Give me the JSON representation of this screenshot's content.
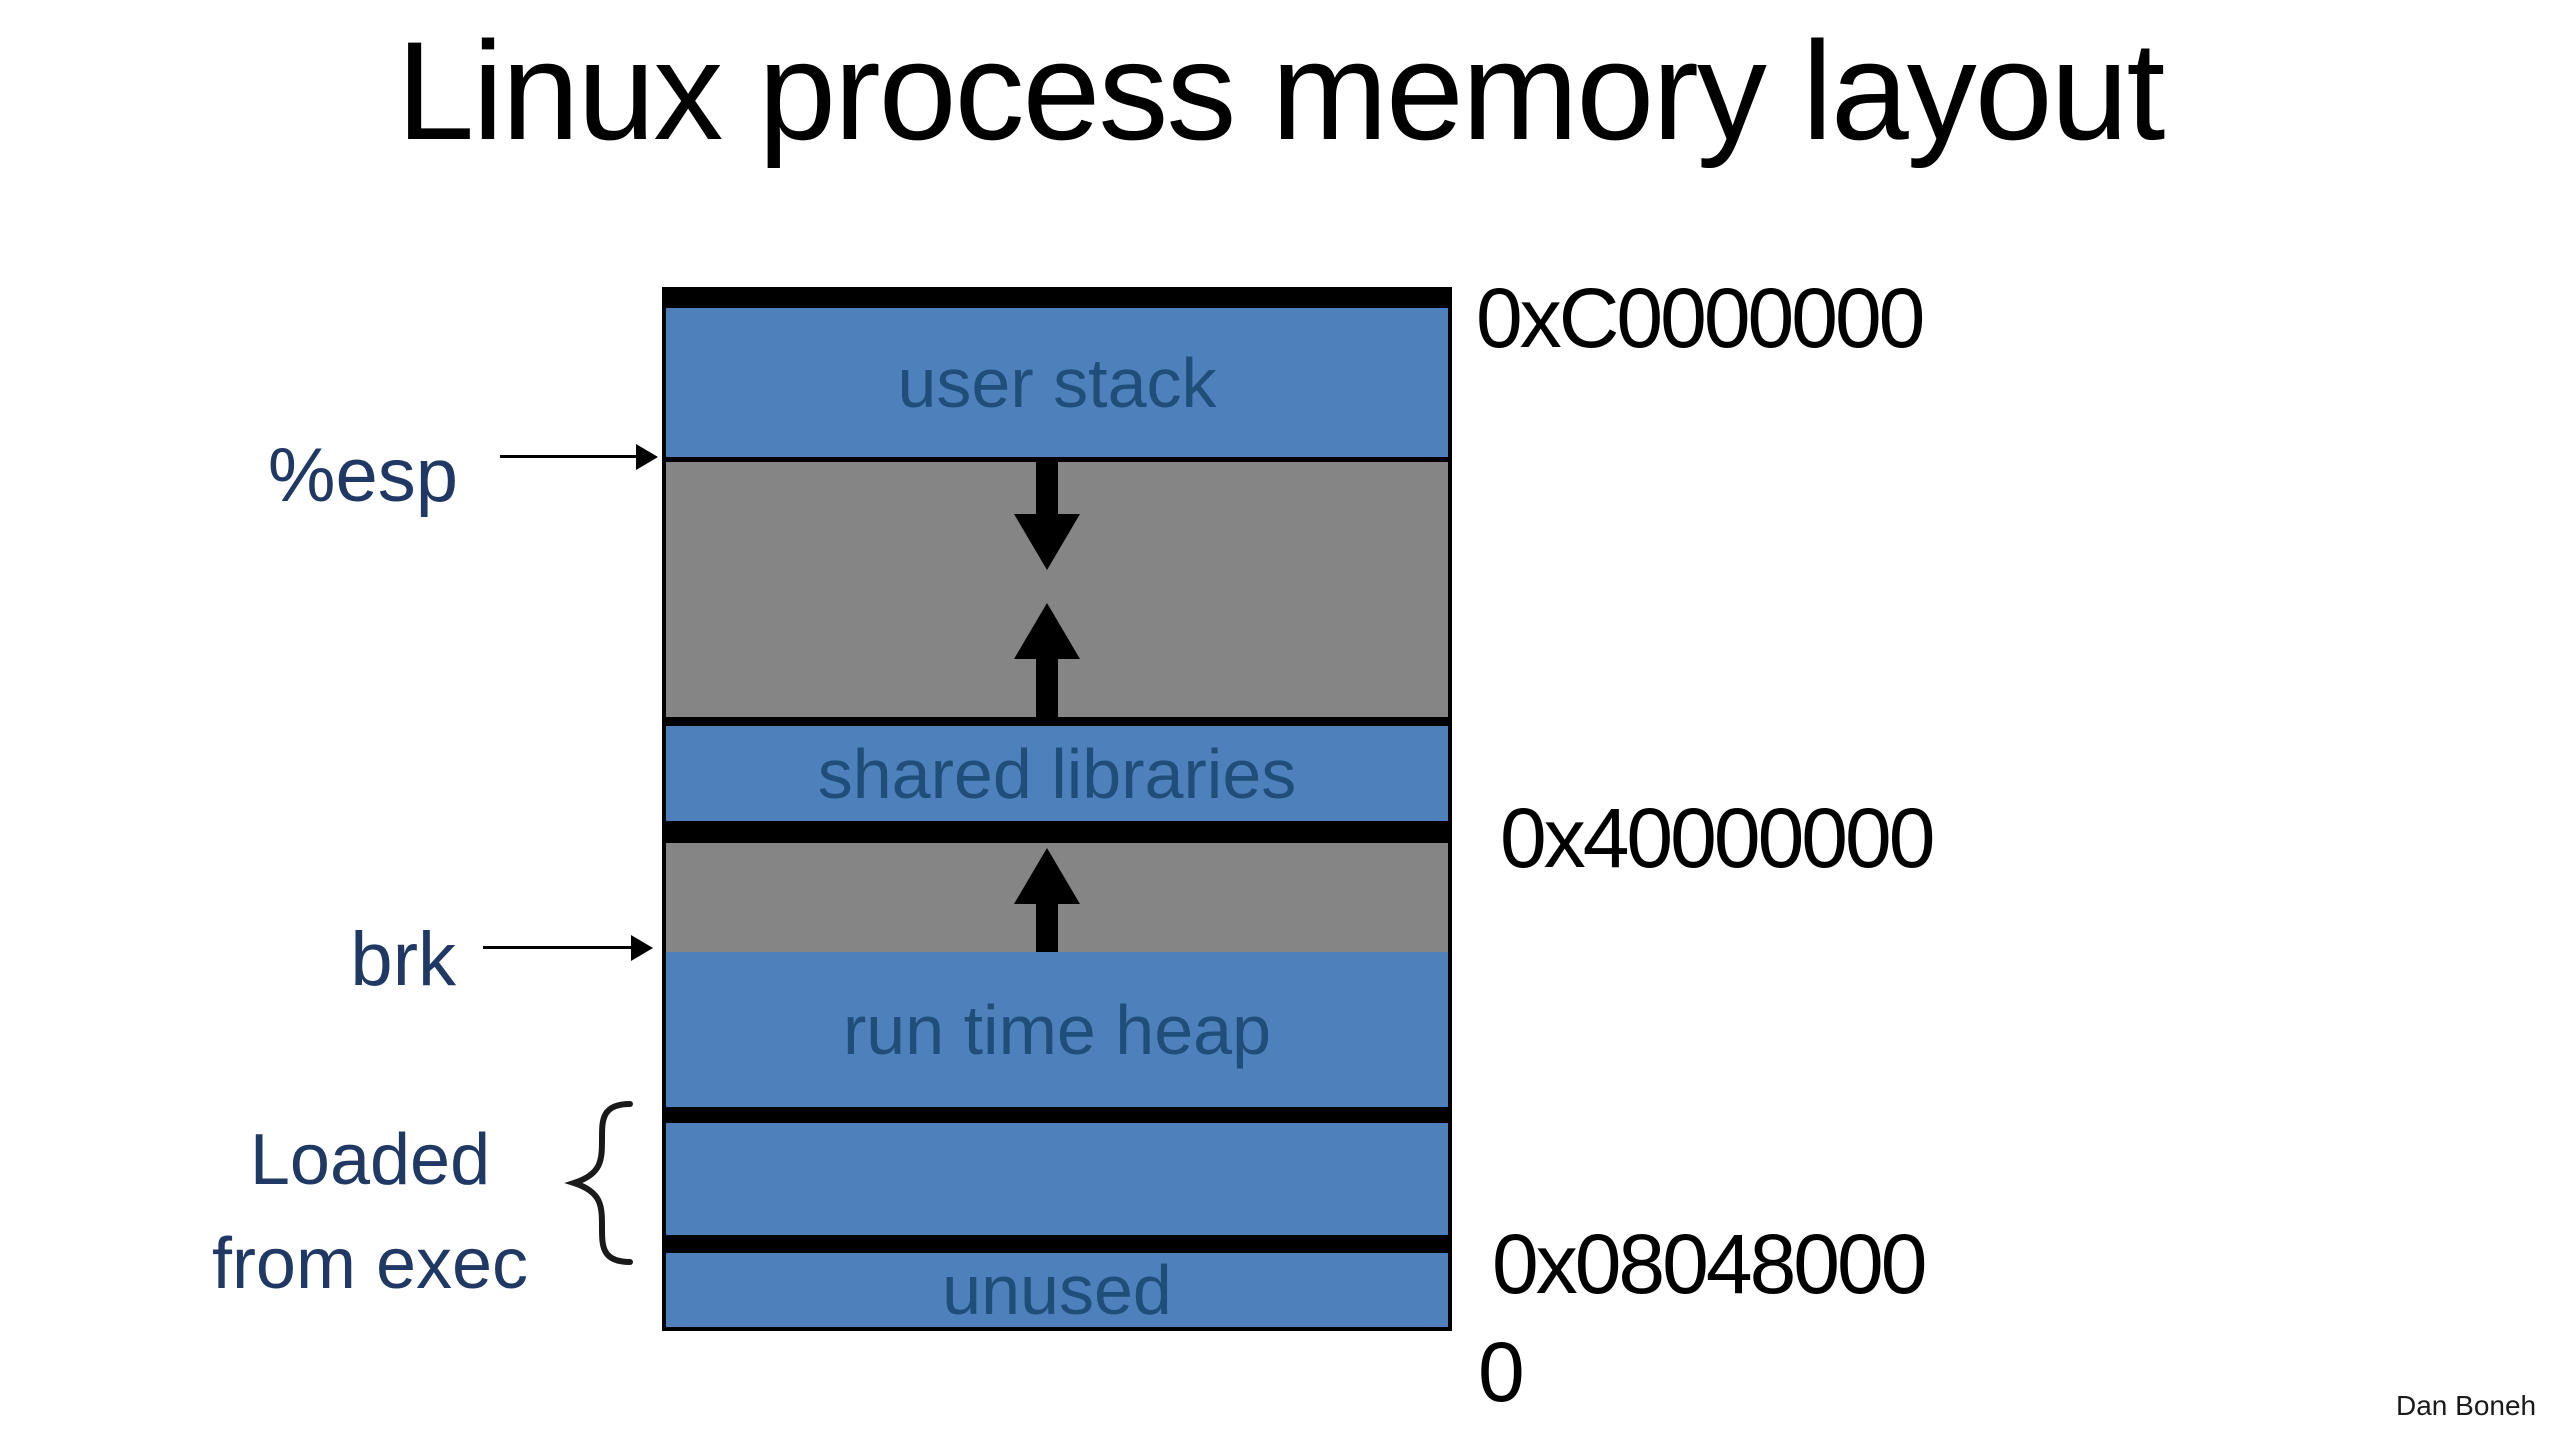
{
  "slide": {
    "title": "Linux process memory layout",
    "credit": "Dan Boneh"
  },
  "diagram": {
    "segments": {
      "user_stack": "user stack",
      "shared_libraries": "shared libraries",
      "run_time_heap": "run time heap",
      "unused": "unused"
    },
    "addresses": {
      "stack_top": "0xC0000000",
      "shared_libs_base": "0x40000000",
      "exec_base": "0x08048000",
      "zero": "0"
    },
    "pointers": {
      "esp": "%esp",
      "brk": "brk"
    },
    "exec_annotation": {
      "line1": "Loaded",
      "line2": "from exec"
    },
    "icons": {
      "stack_growth": "down-arrow-icon",
      "mmap_growth": "up-arrow-icon",
      "heap_growth": "up-arrow-icon",
      "exec_region_marker": "curly-brace-icon",
      "esp_pointer": "right-arrow-icon",
      "brk_pointer": "right-arrow-icon"
    },
    "colors": {
      "segment_blue": "#4E81BC",
      "growth_gray": "#858585",
      "segment_label_navy": "#1F4E79",
      "pointer_label_navy": "#1F3864",
      "bar_black": "#000000",
      "background": "#FFFFFF"
    }
  }
}
